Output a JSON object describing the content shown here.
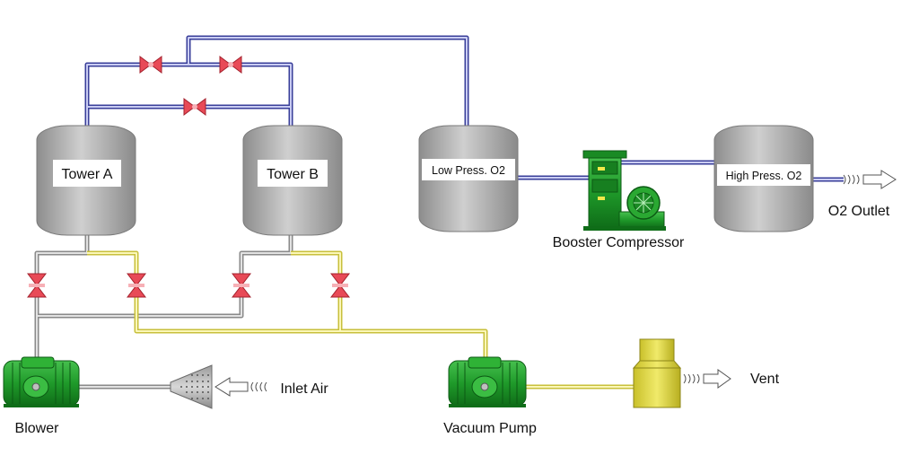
{
  "labels": {
    "tower_a": "Tower A",
    "tower_b": "Tower B",
    "low_press": "Low Press. O2",
    "high_press": "High Press. O2",
    "booster": "Booster Compressor",
    "o2_outlet": "O2 Outlet",
    "inlet_air": "Inlet Air",
    "vent": "Vent",
    "blower": "Blower",
    "vacuum_pump": "Vacuum Pump"
  },
  "colors": {
    "oxygen_pipe": "#6a6fc2",
    "air_pipe": "#a8a8a8",
    "vacuum_pipe": "#e9e37a",
    "valve": "#e84a57",
    "tank": "#a9a9a9",
    "machine_green": "#1f9a2a",
    "vent_silencer": "#dfd641"
  },
  "icons": {
    "valve": "butterfly-valve-icon",
    "flow_arrow": "flow-arrow-icon",
    "filter": "inlet-filter-icon"
  }
}
